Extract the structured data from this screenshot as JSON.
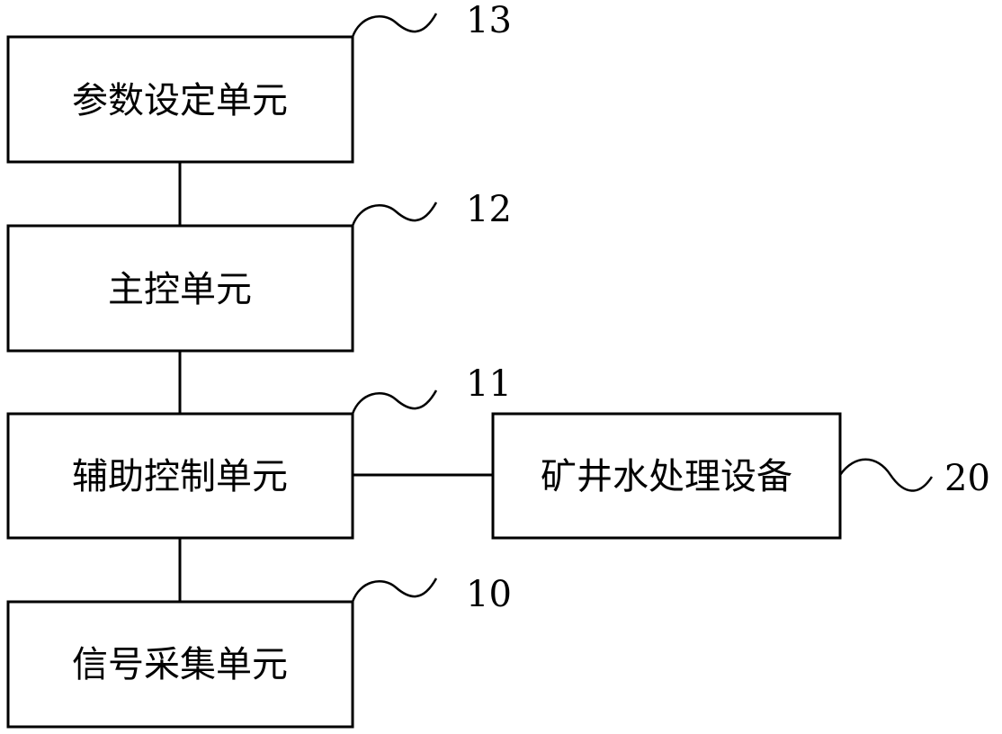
{
  "boxes": {
    "param_unit": {
      "label": "参数设定单元",
      "ref": "13"
    },
    "main_control_unit": {
      "label": "主控单元",
      "ref": "12"
    },
    "aux_control_unit": {
      "label": "辅助控制单元",
      "ref": "11"
    },
    "signal_unit": {
      "label": "信号采集单元",
      "ref": "10"
    },
    "water_device": {
      "label": "矿井水处理设备",
      "ref": "20"
    }
  },
  "colors": {
    "stroke": "#000000",
    "background": "#ffffff"
  }
}
